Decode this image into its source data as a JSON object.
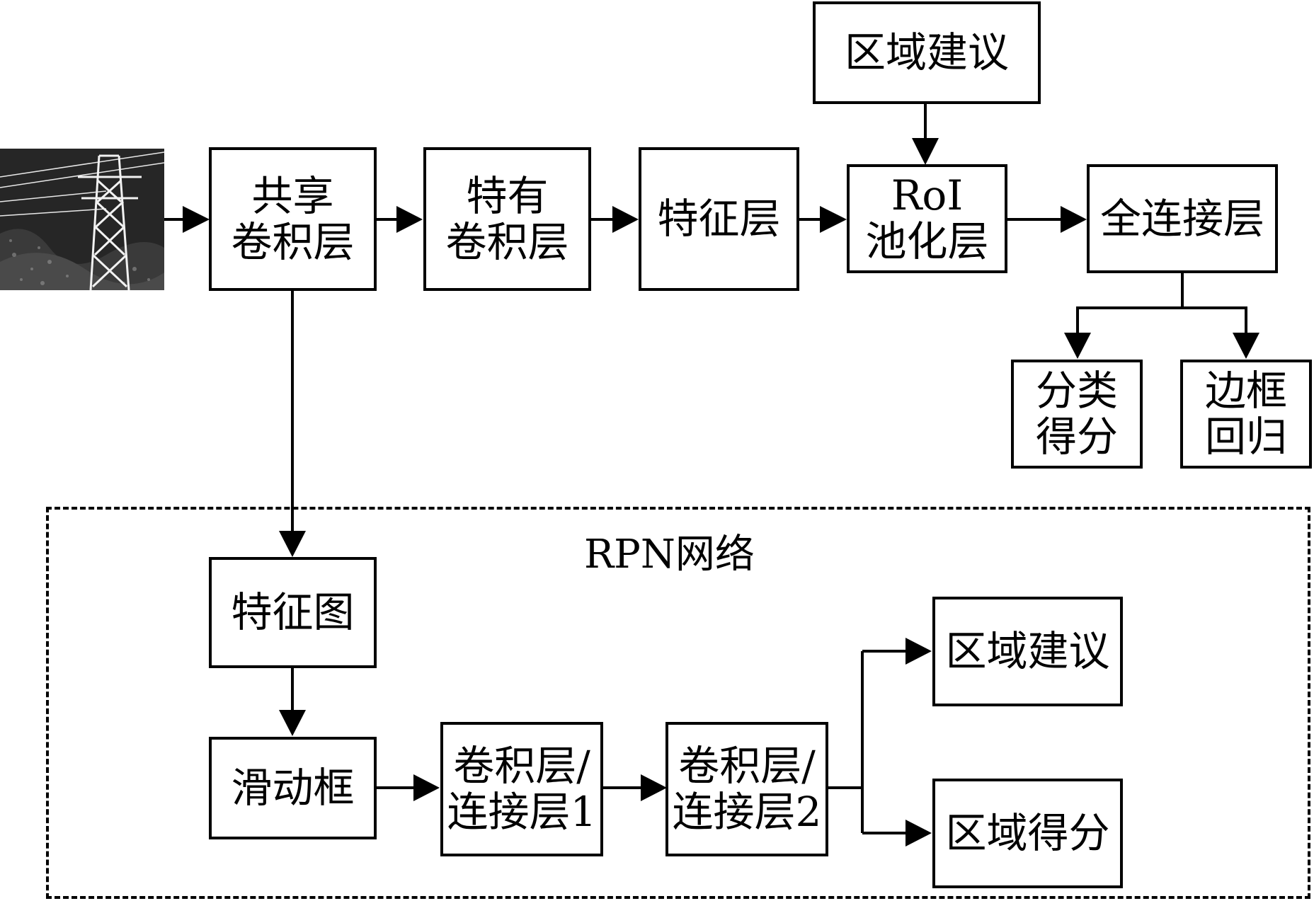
{
  "nodes": {
    "shared_conv": {
      "lines": [
        "共享",
        "卷积层"
      ]
    },
    "specific_conv": {
      "lines": [
        "特有",
        "卷积层"
      ]
    },
    "feature_layer": {
      "lines": [
        "特征层"
      ]
    },
    "region_proposal_top": {
      "lines": [
        "区域建议"
      ]
    },
    "roi_pool": {
      "lines": [
        "RoI",
        "池化层"
      ]
    },
    "fc_layer": {
      "lines": [
        "全连接层"
      ]
    },
    "class_score": {
      "lines": [
        "分类",
        "得分"
      ]
    },
    "bbox_regression": {
      "lines": [
        "边框",
        "回归"
      ]
    },
    "feature_map": {
      "lines": [
        "特征图"
      ]
    },
    "sliding_window": {
      "lines": [
        "滑动框"
      ]
    },
    "conv_fc_1": {
      "lines": [
        "卷积层/",
        "连接层1"
      ]
    },
    "conv_fc_2": {
      "lines": [
        "卷积层/",
        "连接层2"
      ]
    },
    "region_proposal_rpn": {
      "lines": [
        "区域建议"
      ]
    },
    "region_score": {
      "lines": [
        "区域得分"
      ]
    }
  },
  "rpn_group": {
    "label": "RPN网络"
  },
  "input_image": {
    "description_icon": "power-tower-photo"
  },
  "colors": {
    "stroke": "#000000",
    "background": "#ffffff"
  }
}
